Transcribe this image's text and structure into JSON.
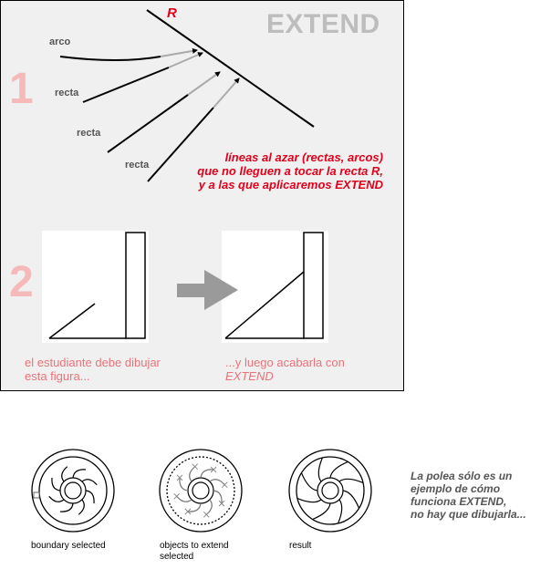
{
  "panel": {
    "title": "EXTEND",
    "step1_number": "1",
    "step2_number": "2",
    "r_label": "R",
    "line_labels": [
      "arco",
      "recta",
      "recta",
      "recta"
    ],
    "instruction_lines": [
      "líneas al azar (rectas, arcos)",
      "que no lleguen a tocar la recta R,",
      "y a las que aplicaremos EXTEND"
    ],
    "left_caption": [
      "el estudiante debe dibujar",
      "esta figura..."
    ],
    "right_caption_line1": "...y luego acabarla con",
    "right_caption_line2": "EXTEND"
  },
  "pulleys": {
    "captions": [
      "boundary selected",
      "objects to extend",
      "selected",
      "result"
    ]
  },
  "note_lines": [
    "La polea sólo es un",
    "ejemplo de cómo",
    "funciona EXTEND,",
    "no hay que dibujarla..."
  ],
  "colors": {
    "accent_red": "#e3001b",
    "pink": "#e8737a",
    "title_gray": "#bdbdbd",
    "panel_bg": "#f0f0f0"
  }
}
